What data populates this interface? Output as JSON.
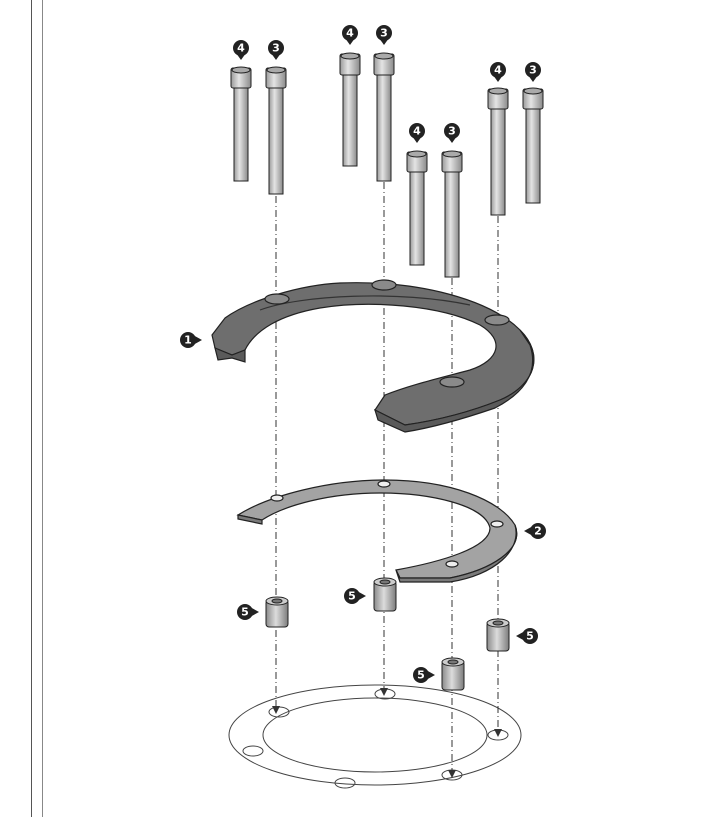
{
  "diagram": {
    "type": "exploded-assembly",
    "callouts": {
      "ring": "1",
      "plate": "2",
      "long_bolt": "3",
      "short_bolt": "4",
      "spacer": "5"
    },
    "colors": {
      "part_fill": "#6e6e6e",
      "plate_fill": "#a3a3a3",
      "bolt_fill": "#c8c8c8",
      "callout": "#222222",
      "line": "#333333"
    }
  }
}
